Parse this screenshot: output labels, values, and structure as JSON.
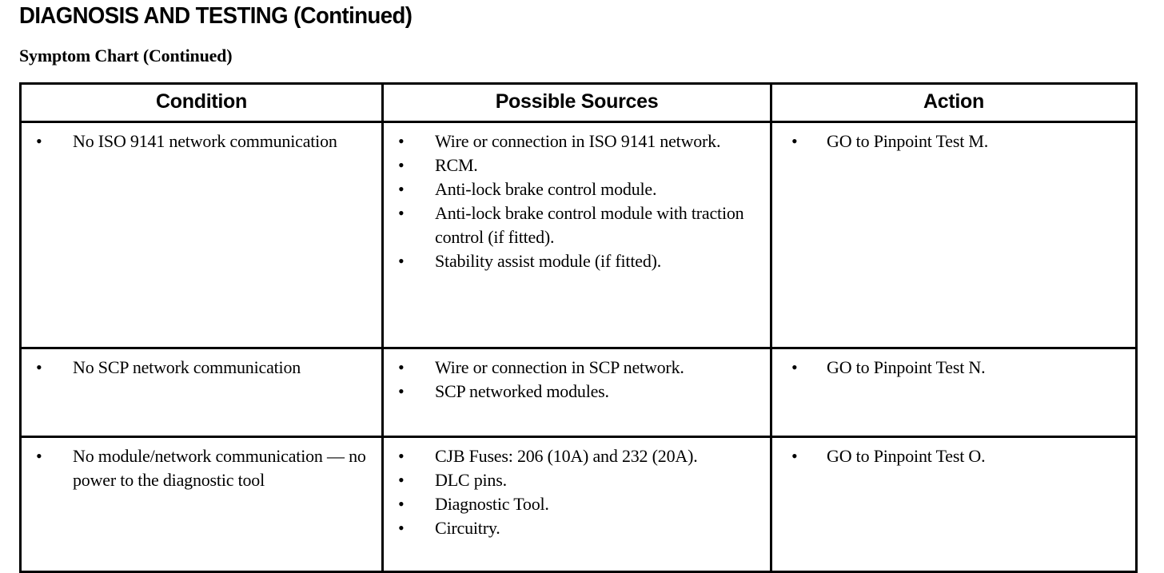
{
  "document": {
    "main_title": "DIAGNOSIS AND TESTING (Continued)",
    "sub_title": "Symptom Chart (Continued)",
    "bullet_glyph": "•"
  },
  "table": {
    "headers": {
      "condition": "Condition",
      "possible_sources": "Possible Sources",
      "action": "Action"
    },
    "rows": [
      {
        "condition": [
          "No ISO 9141 network communication"
        ],
        "possible_sources": [
          "Wire or connection in ISO 9141 network.",
          "RCM.",
          "Anti-lock brake control module.",
          "Anti-lock brake control module with traction control (if fitted).",
          "Stability assist module (if fitted)."
        ],
        "action": [
          "GO to Pinpoint Test M."
        ]
      },
      {
        "condition": [
          "No SCP network communication"
        ],
        "possible_sources": [
          "Wire or connection in SCP network.",
          "SCP networked modules."
        ],
        "action": [
          "GO to Pinpoint Test N."
        ]
      },
      {
        "condition": [
          "No module/network communication — no power to the diagnostic tool"
        ],
        "possible_sources": [
          "CJB Fuses: 206 (10A) and 232 (20A).",
          "DLC pins.",
          "Diagnostic Tool.",
          "Circuitry."
        ],
        "action": [
          "GO to Pinpoint Test O."
        ]
      }
    ]
  }
}
